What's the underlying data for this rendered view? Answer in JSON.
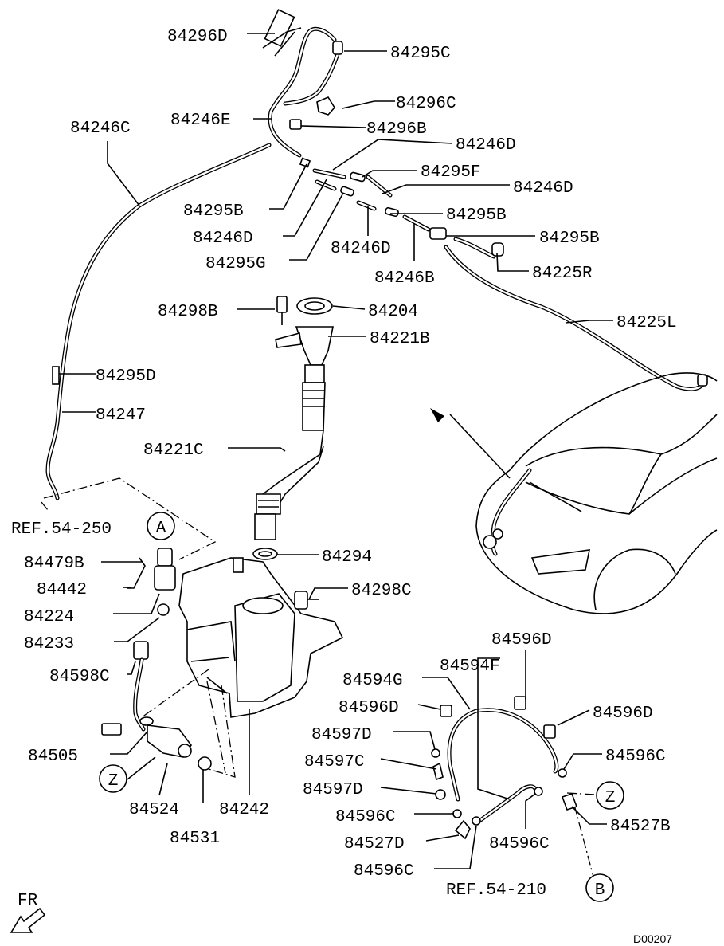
{
  "parts": [
    {
      "id": "84296D"
    },
    {
      "id": "84295C"
    },
    {
      "id": "84296C"
    },
    {
      "id": "84246C"
    },
    {
      "id": "84246E"
    },
    {
      "id": "84296B"
    },
    {
      "id": "84246D_1"
    },
    {
      "id": "84295F"
    },
    {
      "id": "84246D_2"
    },
    {
      "id": "84295B_1"
    },
    {
      "id": "84295B_2"
    },
    {
      "id": "84246D_3"
    },
    {
      "id": "84295B_3"
    },
    {
      "id": "84295G"
    },
    {
      "id": "84246D_4"
    },
    {
      "id": "84225R"
    },
    {
      "id": "84246B"
    },
    {
      "id": "84298B"
    },
    {
      "id": "84204"
    },
    {
      "id": "84225L"
    },
    {
      "id": "84221B"
    },
    {
      "id": "84295D"
    },
    {
      "id": "84247"
    },
    {
      "id": "84221C"
    },
    {
      "id": "REF54250"
    },
    {
      "id": "84479B"
    },
    {
      "id": "84294"
    },
    {
      "id": "84442"
    },
    {
      "id": "84298C"
    },
    {
      "id": "84224"
    },
    {
      "id": "84233"
    },
    {
      "id": "84596D_1"
    },
    {
      "id": "84598C"
    },
    {
      "id": "84594F"
    },
    {
      "id": "84594G"
    },
    {
      "id": "84596D_2"
    },
    {
      "id": "84596D_3"
    },
    {
      "id": "84597D_1"
    },
    {
      "id": "84505"
    },
    {
      "id": "84596C_1"
    },
    {
      "id": "84597C"
    },
    {
      "id": "84597D_2"
    },
    {
      "id": "84527B"
    },
    {
      "id": "84524"
    },
    {
      "id": "84242"
    },
    {
      "id": "84596C_2"
    },
    {
      "id": "84531"
    },
    {
      "id": "84527D"
    },
    {
      "id": "84596C_3"
    },
    {
      "id": "84596C_4"
    },
    {
      "id": "REF54210"
    }
  ],
  "labels": {
    "84296D": "84296D",
    "84295C": "84295C",
    "84296C": "84296C",
    "84246C": "84246C",
    "84246E": "84246E",
    "84296B": "84296B",
    "84246D_1": "84246D",
    "84295F": "84295F",
    "84246D_2": "84246D",
    "84295B_1": "84295B",
    "84295B_2": "84295B",
    "84246D_3": "84246D",
    "84295B_3": "84295B",
    "84295G": "84295G",
    "84246D_4": "84246D",
    "84225R": "84225R",
    "84246B": "84246B",
    "84298B": "84298B",
    "84204": "84204",
    "84225L": "84225L",
    "84221B": "84221B",
    "84295D": "84295D",
    "84247": "84247",
    "84221C": "84221C",
    "REF54250": "REF.54-250",
    "84479B": "84479B",
    "84294": "84294",
    "84442": "84442",
    "84298C": "84298C",
    "84224": "84224",
    "84233": "84233",
    "84596D_1": "84596D",
    "84598C": "84598C",
    "84594F": "84594F",
    "84594G": "84594G",
    "84596D_2": "84596D",
    "84596D_3": "84596D",
    "84597D_1": "84597D",
    "84505": "84505",
    "84596C_1": "84596C",
    "84597C": "84597C",
    "84597D_2": "84597D",
    "84527B": "84527B",
    "84524": "84524",
    "84242": "84242",
    "84596C_2": "84596C",
    "84531": "84531",
    "84527D": "84527D",
    "84596C_3": "84596C",
    "84596C_4": "84596C",
    "REF54210": "REF.54-210"
  },
  "markers": {
    "A": "A",
    "Z1": "Z",
    "Z2": "Z",
    "B": "B"
  },
  "front_label": "FR",
  "drawing_code": "D00207"
}
